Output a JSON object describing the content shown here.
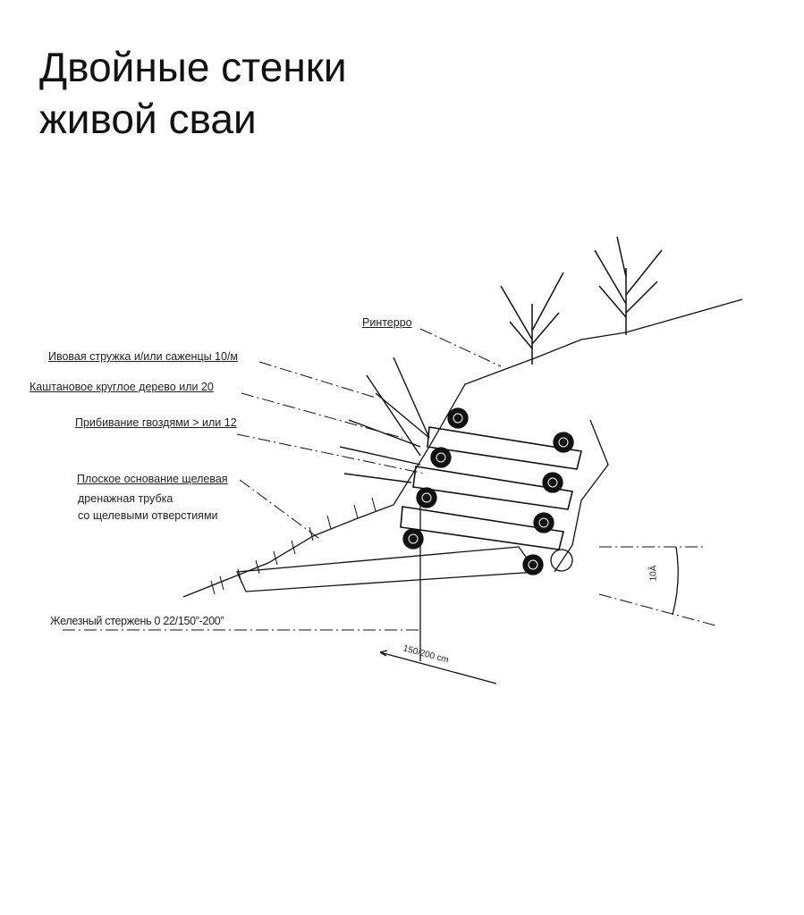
{
  "title": {
    "line1": "Двойные стенки",
    "line2": "живой сваи"
  },
  "labels": {
    "rinterro": "Ринтерро",
    "willow": "Ивовая стружка и/или саженцы 10/м",
    "chestnut": "Каштановое круглое дерево или 20",
    "nailing": "Прибивание гвоздями > или 12",
    "drain_1": "Плоское основание щелевая",
    "drain_2": "дренажная трубка",
    "drain_3": "со щелевыми отверстиями",
    "rod": "Железный стержень 0 22/150”-200”",
    "width_dim": "150/200 cm",
    "angle_dim": "10Â"
  }
}
